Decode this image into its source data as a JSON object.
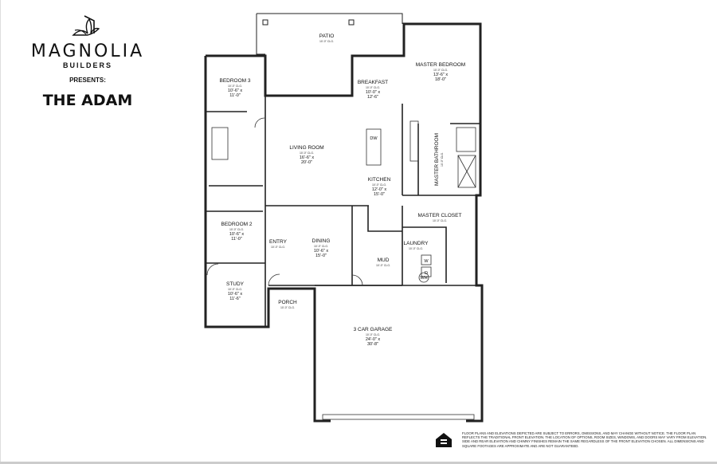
{
  "brand": {
    "name": "MAGNOLIA",
    "sub": "BUILDERS",
    "presents": "PRESENTS:",
    "plan_title": "THE ADAM"
  },
  "rooms": [
    {
      "id": "patio",
      "name": "PATIO",
      "ceiling": "10'-0\" CLG.",
      "dims": [
        "",
        ""
      ]
    },
    {
      "id": "bedroom3",
      "name": "BEDROOM 3",
      "ceiling": "10'-0\" CLG.",
      "dims": [
        "10'-6\" x",
        "11'-0\""
      ]
    },
    {
      "id": "breakfast",
      "name": "BREAKFAST",
      "ceiling": "10'-0\" CLG.",
      "dims": [
        "10'-0\" x",
        "12'-6\""
      ]
    },
    {
      "id": "master_bedroom",
      "name": "MASTER BEDROOM",
      "ceiling": "10'-0\" CLG.",
      "dims": [
        "13'-6\" x",
        "18'-0\""
      ]
    },
    {
      "id": "living_room",
      "name": "LIVING ROOM",
      "ceiling": "10'-0\" CLG.",
      "dims": [
        "16'-6\" x",
        "20'-0\""
      ]
    },
    {
      "id": "kitchen",
      "name": "KITCHEN",
      "ceiling": "10'-0\" CLG.",
      "dims": [
        "12'-0\" x",
        "15'-0\""
      ]
    },
    {
      "id": "master_bathroom",
      "name": "MASTER BATHROOM",
      "ceiling": "10'-0\" CLG.",
      "dims": [
        "",
        ""
      ]
    },
    {
      "id": "bedroom2",
      "name": "BEDROOM 2",
      "ceiling": "10'-0\" CLG.",
      "dims": [
        "10'-6\" x",
        "11'-0\""
      ]
    },
    {
      "id": "entry",
      "name": "ENTRY",
      "ceiling": "10'-0\" CLG.",
      "dims": [
        "",
        ""
      ]
    },
    {
      "id": "dining",
      "name": "DINING",
      "ceiling": "10'-0\" CLG.",
      "dims": [
        "10'-6\" x",
        "15'-0\""
      ]
    },
    {
      "id": "master_closet",
      "name": "MASTER CLOSET",
      "ceiling": "10'-0\" CLG.",
      "dims": [
        "",
        ""
      ]
    },
    {
      "id": "laundry",
      "name": "LAUNDRY",
      "ceiling": "10'-0\" CLG.",
      "dims": [
        "",
        ""
      ]
    },
    {
      "id": "mud",
      "name": "MUD",
      "ceiling": "10'-0\" CLG.",
      "dims": [
        "",
        ""
      ]
    },
    {
      "id": "study",
      "name": "STUDY",
      "ceiling": "10'-0\" CLG.",
      "dims": [
        "10'-6\" x",
        "11'-6\""
      ]
    },
    {
      "id": "porch",
      "name": "PORCH",
      "ceiling": "10'-0\" CLG.",
      "dims": [
        "",
        ""
      ]
    },
    {
      "id": "garage",
      "name": "3 CAR GARAGE",
      "ceiling": "10'-0\" CLG.",
      "dims": [
        "24'-0\" x",
        "30'-8\""
      ]
    }
  ],
  "fixtures": {
    "washer": "W",
    "dryer": "D",
    "water_heater": "WH",
    "dishwasher": "DW"
  },
  "disclaimer": "Floor plans and elevations depicted are subject to errors, omissions, and may change without notice. The floor plan reflects the traditional front elevation. The location of options, room sizes, windows, and doors may vary from elevation. Side and rear elevation and chimny finishes remain the same regardless of the front elevation chosen. All dimensions and square footages are approximate and are not guaranteed.",
  "colors": {
    "wall": "#222222",
    "background": "#ffffff"
  }
}
